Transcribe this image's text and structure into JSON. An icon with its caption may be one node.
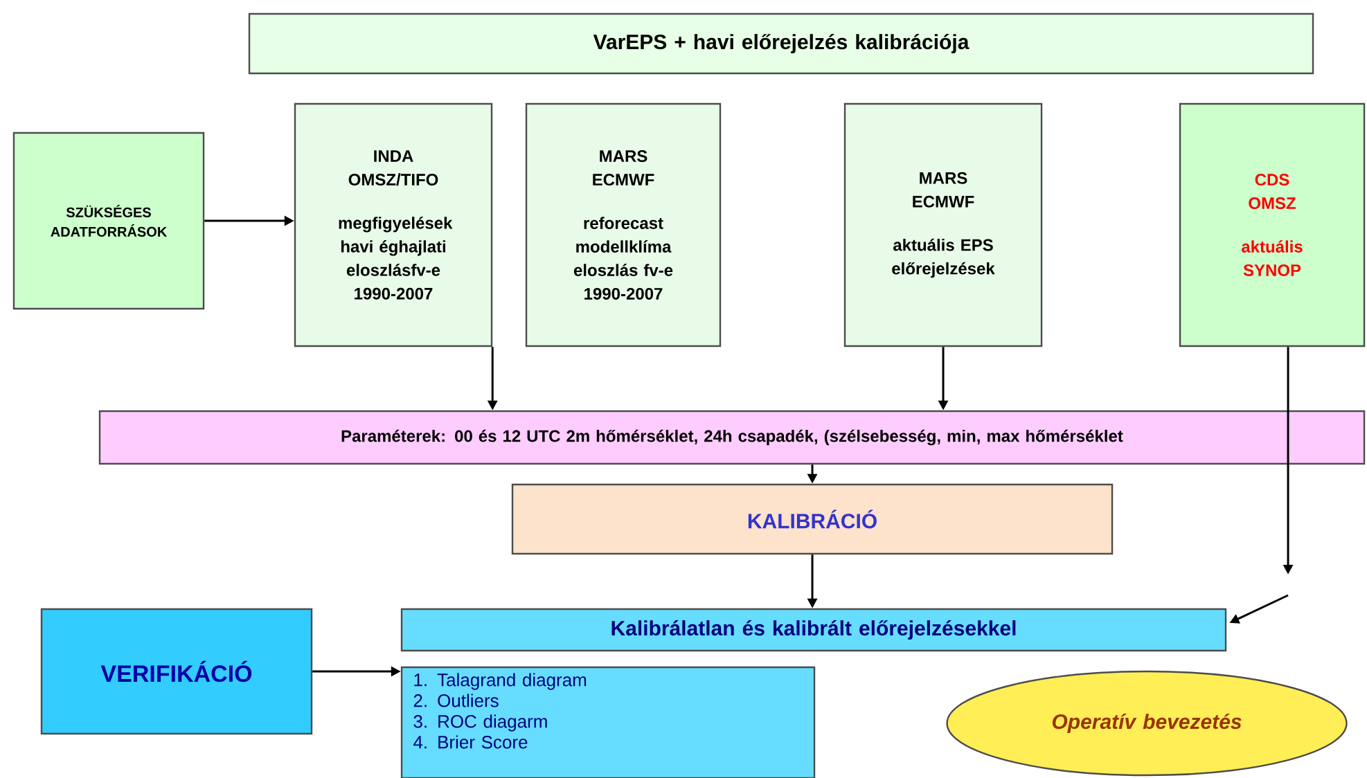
{
  "diagram": {
    "nodes": [
      {
        "text": [
          "VarEPS + havi előrejelzés kalibrációja"
        ]
      },
      {
        "text": [
          "SZÜKSÉGES ADATFORRÁSOK"
        ]
      },
      {
        "text": [
          "INDA OMSZ/TIFO",
          "megfigyelések havi éghajlati eloszlásfv-e 1990-2007"
        ]
      },
      {
        "text": [
          "MARS ECMWF",
          "reforecast modellklíma eloszlás fv-e 1990-2007"
        ]
      },
      {
        "text": [
          "MARS ECMWF",
          "aktuális EPS előrejelzések"
        ]
      },
      {
        "text": [
          "CDS OMSZ",
          "aktuális SYNOP"
        ]
      },
      {
        "text": [
          "Paraméterek: 00 és 12 UTC 2m hőmérséklet, 24h csapadék, (szélsebesség, min, max hőmérséklet"
        ]
      },
      {
        "text": [
          "KALIBRÁCIÓ"
        ]
      },
      {
        "text": [
          "Kalibrálatlan és kalibrált előrejelzésekkel"
        ]
      },
      {
        "text": [
          "VERIFIKÁCIÓ"
        ]
      },
      {
        "text": [
          "1. Talagrand diagram",
          "2. Outliers",
          "3. ROC diagarm",
          "4. Brier Score"
        ]
      },
      {
        "text": [
          "Operatív bevezetés"
        ]
      }
    ],
    "edges": [
      {
        "from": 1,
        "to": 2,
        "arrow": "to"
      },
      {
        "from": 2,
        "to": 6,
        "arrow": "to"
      },
      {
        "from": 4,
        "to": 6,
        "arrow": "to"
      },
      {
        "from": 5,
        "to": null,
        "arrow": "to"
      },
      {
        "from": null,
        "to": 8,
        "arrow": "to"
      },
      {
        "from": 6,
        "to": 7,
        "arrow": "to"
      },
      {
        "from": 7,
        "to": 8,
        "arrow": "to"
      },
      {
        "from": 9,
        "to": 10,
        "arrow": "to"
      }
    ]
  }
}
